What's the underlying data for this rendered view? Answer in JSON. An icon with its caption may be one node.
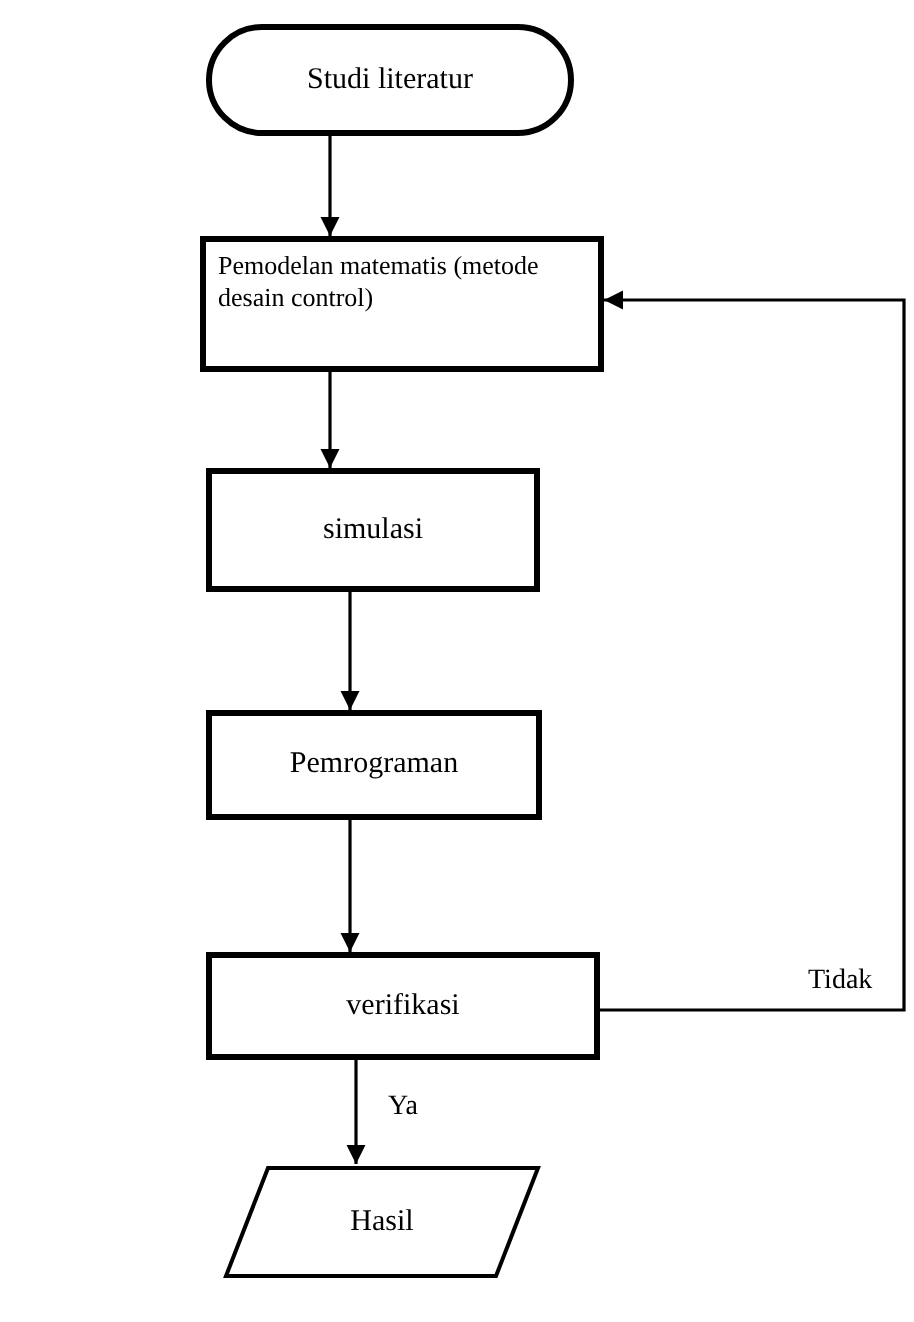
{
  "diagram": {
    "nodes": [
      {
        "text": [
          "Studi literatur"
        ]
      },
      {
        "text": [
          "Pemodelan matematis (metode desain control)"
        ]
      },
      {
        "text": [
          "simulasi"
        ]
      },
      {
        "text": [
          "Pemrograman"
        ]
      },
      {
        "text": [
          "verifikasi"
        ]
      },
      {
        "text": [
          "Hasil"
        ]
      }
    ],
    "edges": [
      {
        "from": 0,
        "to": 1,
        "arrow": "to"
      },
      {
        "from": 1,
        "to": 2,
        "arrow": "to"
      },
      {
        "from": 2,
        "to": 3,
        "arrow": "to"
      },
      {
        "from": 3,
        "to": 4,
        "arrow": "to"
      },
      {
        "from": 4,
        "to": 5,
        "arrow": "to",
        "label": "Ya"
      },
      {
        "from": 4,
        "to": 1,
        "arrow": "to",
        "label": "Tidak"
      }
    ]
  }
}
